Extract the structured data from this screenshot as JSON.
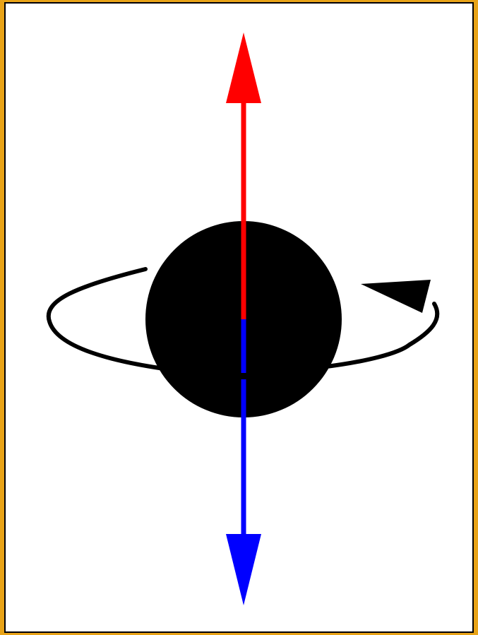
{
  "diagram": {
    "colors": {
      "frame": "#e8a317",
      "background": "#ffffff",
      "body": "#000000",
      "orbit": "#000000",
      "up_arrow": "#ff0000",
      "down_arrow": "#0000ff"
    },
    "elements": [
      "orbit-ring",
      "central-sphere",
      "red-up-arrow",
      "blue-down-arrow",
      "rotation-arrowhead"
    ]
  }
}
